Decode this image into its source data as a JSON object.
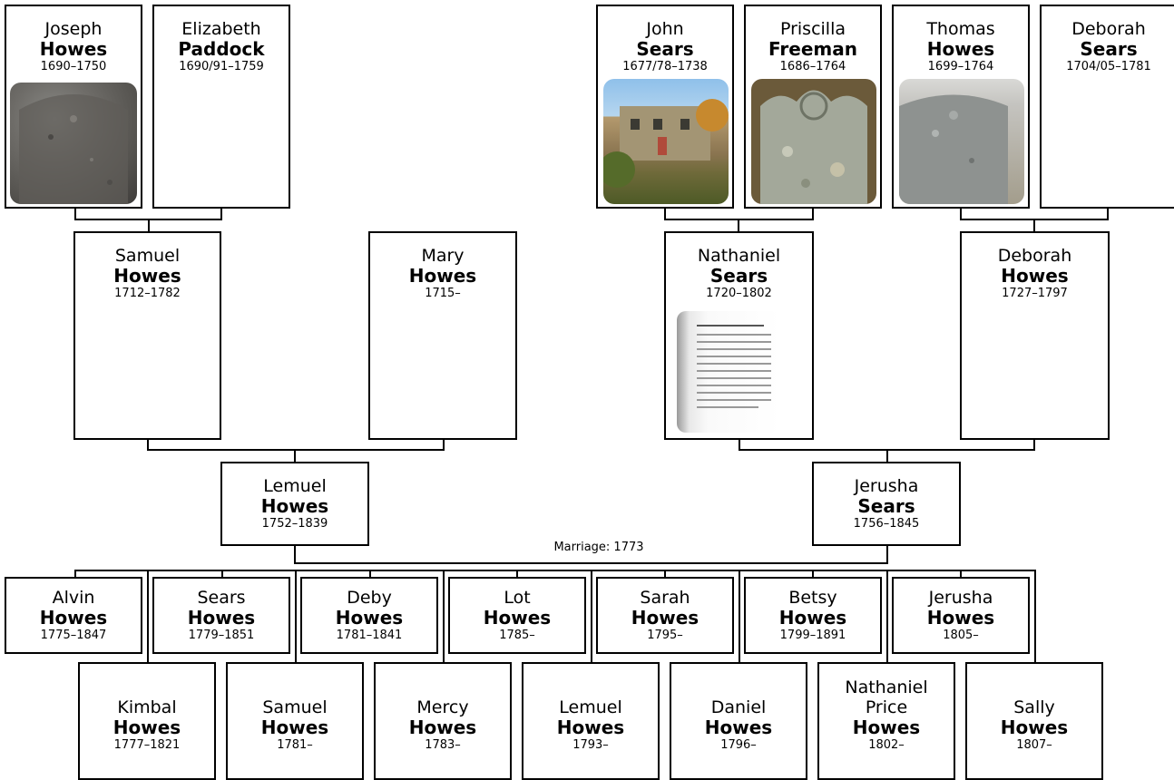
{
  "people": {
    "joseph_howes": {
      "given": "Joseph",
      "surname": "Howes",
      "dates": "1690–1750"
    },
    "elizabeth_paddock": {
      "given": "Elizabeth",
      "surname": "Paddock",
      "dates": "1690/91–1759"
    },
    "john_sears": {
      "given": "John",
      "surname": "Sears",
      "dates": "1677/78–1738"
    },
    "priscilla_freeman": {
      "given": "Priscilla",
      "surname": "Freeman",
      "dates": "1686–1764"
    },
    "thomas_howes": {
      "given": "Thomas",
      "surname": "Howes",
      "dates": "1699–1764"
    },
    "deborah_sears": {
      "given": "Deborah",
      "surname": "Sears",
      "dates": "1704/05–1781"
    },
    "samuel_howes": {
      "given": "Samuel",
      "surname": "Howes",
      "dates": "1712–1782"
    },
    "mary_howes": {
      "given": "Mary",
      "surname": "Howes",
      "dates": "1715–"
    },
    "nathaniel_sears": {
      "given": "Nathaniel",
      "surname": "Sears",
      "dates": "1720–1802"
    },
    "deborah_howes": {
      "given": "Deborah",
      "surname": "Howes",
      "dates": "1727–1797"
    },
    "lemuel_howes": {
      "given": "Lemuel",
      "surname": "Howes",
      "dates": "1752–1839"
    },
    "jerusha_sears": {
      "given": "Jerusha",
      "surname": "Sears",
      "dates": "1756–1845"
    }
  },
  "marriage_label": "Marriage: 1773",
  "children_row1": [
    {
      "given": "Alvin",
      "surname": "Howes",
      "dates": "1775–1847"
    },
    {
      "given": "Sears",
      "surname": "Howes",
      "dates": "1779–1851"
    },
    {
      "given": "Deby",
      "surname": "Howes",
      "dates": "1781–1841"
    },
    {
      "given": "Lot",
      "surname": "Howes",
      "dates": "1785–"
    },
    {
      "given": "Sarah",
      "surname": "Howes",
      "dates": "1795–"
    },
    {
      "given": "Betsy",
      "surname": "Howes",
      "dates": "1799–1891"
    },
    {
      "given": "Jerusha",
      "surname": "Howes",
      "dates": "1805–"
    }
  ],
  "children_row2": [
    {
      "given": "Kimbal",
      "surname": "Howes",
      "dates": "1777–1821"
    },
    {
      "given": "Samuel",
      "surname": "Howes",
      "dates": "1781–"
    },
    {
      "given": "Mercy",
      "surname": "Howes",
      "dates": "1783–"
    },
    {
      "given": "Lemuel",
      "surname": "Howes",
      "dates": "1793–"
    },
    {
      "given": "Daniel",
      "surname": "Howes",
      "dates": "1796–"
    },
    {
      "given": "Nathaniel\nPrice",
      "surname": "Howes",
      "dates": "1802–"
    },
    {
      "given": "Sally",
      "surname": "Howes",
      "dates": "1807–"
    }
  ]
}
